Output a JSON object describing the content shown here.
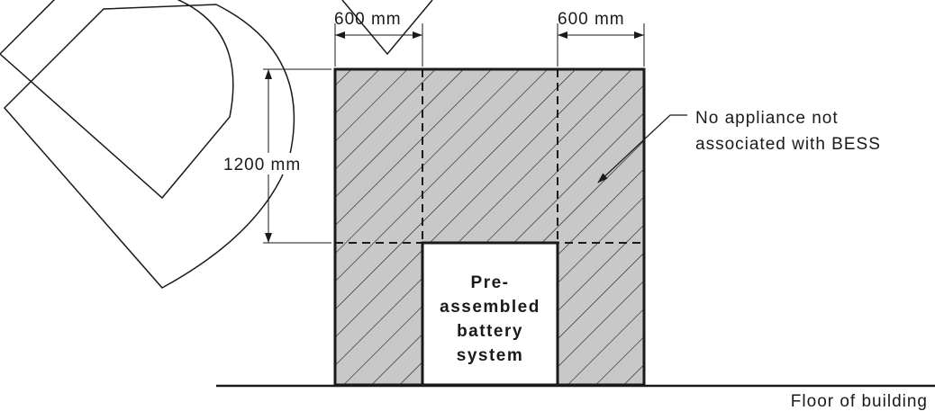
{
  "labels": {
    "width_left": "600 mm",
    "width_right": "600 mm",
    "height": "1200 mm",
    "battery_lines": [
      "Pre-",
      "assembled",
      "battery",
      "system"
    ],
    "exclusion_line1": "No appliance not",
    "exclusion_line2": "associated with BESS",
    "floor": "Floor of building"
  },
  "colors": {
    "hatch_fill": "#c8c8c8",
    "line": "#1a1a1a",
    "battery_fill": "#ffffff"
  }
}
